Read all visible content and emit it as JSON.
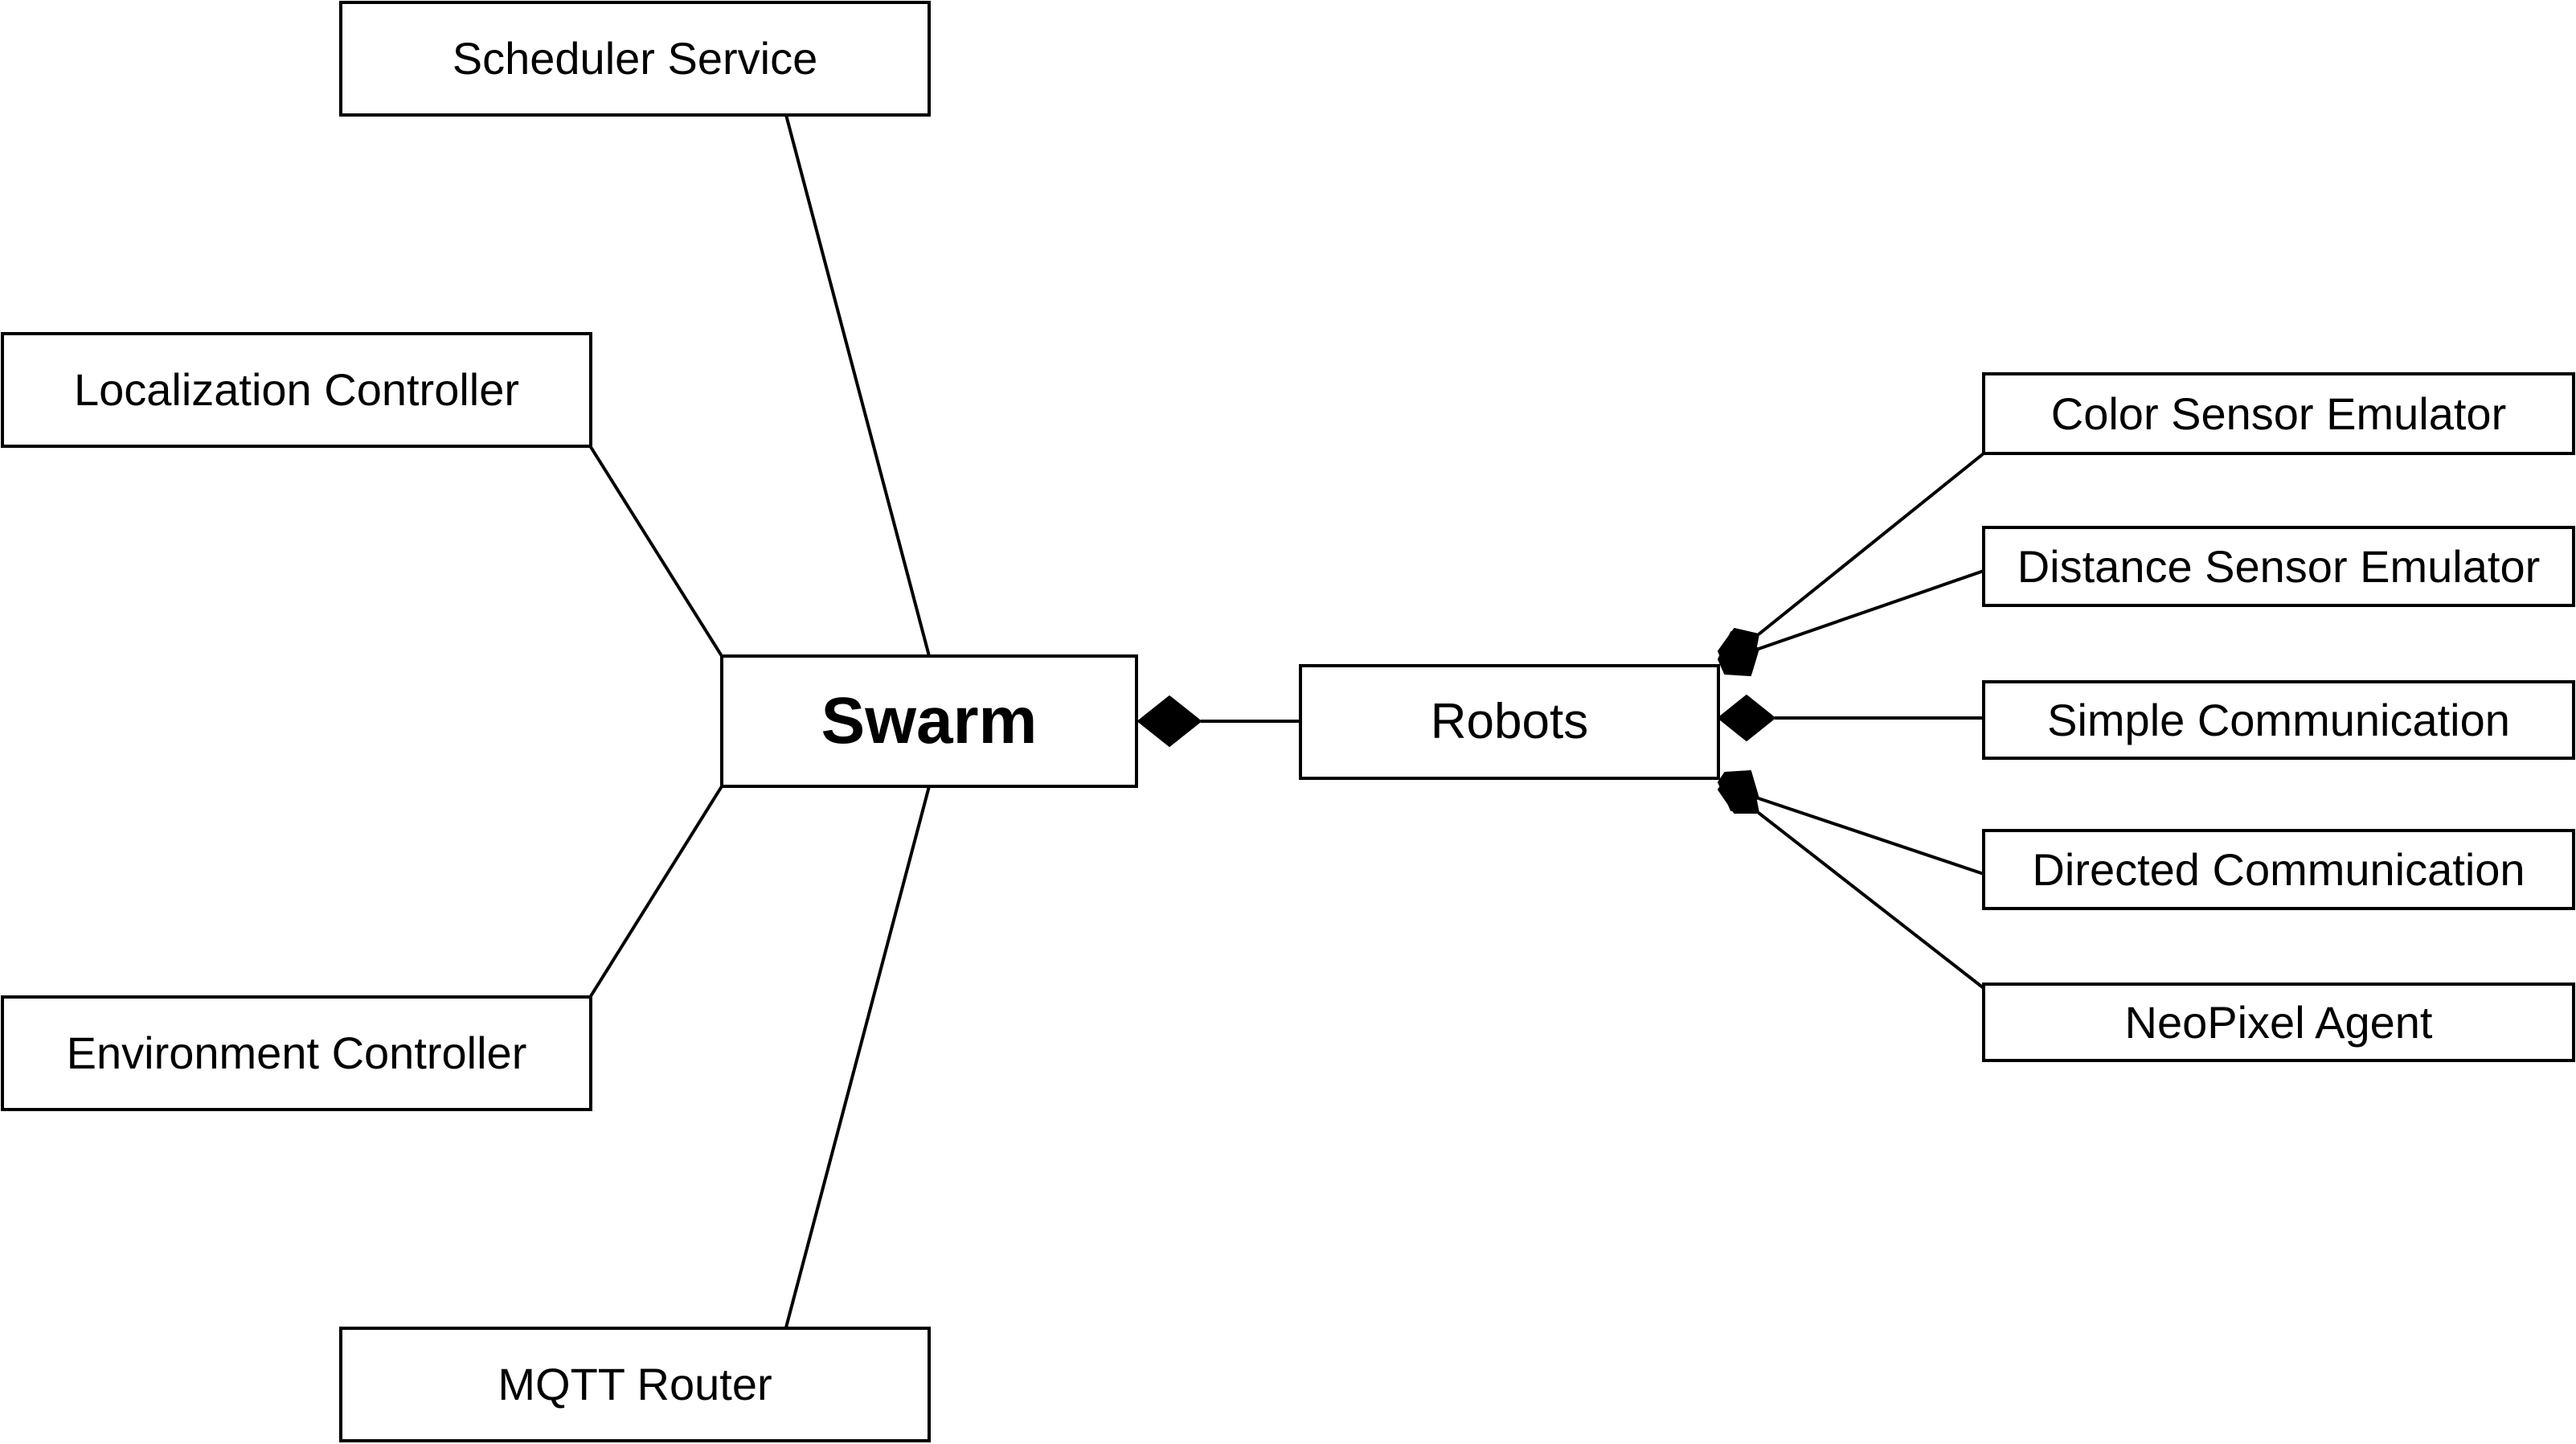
{
  "nodes": {
    "scheduler": "Scheduler Service",
    "localization": "Localization Controller",
    "environment": "Environment Controller",
    "mqtt": "MQTT Router",
    "swarm": "Swarm",
    "robots": "Robots",
    "color_sensor": "Color Sensor Emulator",
    "distance_sensor": "Distance Sensor Emulator",
    "simple_comm": "Simple Communication",
    "directed_comm": "Directed Communication",
    "neopixel": "NeoPixel Agent"
  },
  "relations": [
    {
      "from": "swarm",
      "to": "scheduler",
      "type": "association"
    },
    {
      "from": "swarm",
      "to": "localization",
      "type": "association"
    },
    {
      "from": "swarm",
      "to": "environment",
      "type": "association"
    },
    {
      "from": "swarm",
      "to": "mqtt",
      "type": "association"
    },
    {
      "from": "swarm",
      "to": "robots",
      "type": "composition"
    },
    {
      "from": "robots",
      "to": "color_sensor",
      "type": "composition"
    },
    {
      "from": "robots",
      "to": "distance_sensor",
      "type": "composition"
    },
    {
      "from": "robots",
      "to": "simple_comm",
      "type": "composition"
    },
    {
      "from": "robots",
      "to": "directed_comm",
      "type": "composition"
    },
    {
      "from": "robots",
      "to": "neopixel",
      "type": "composition"
    }
  ],
  "colors": {
    "line": "#000000",
    "box_border": "#000000",
    "background": "#ffffff"
  }
}
